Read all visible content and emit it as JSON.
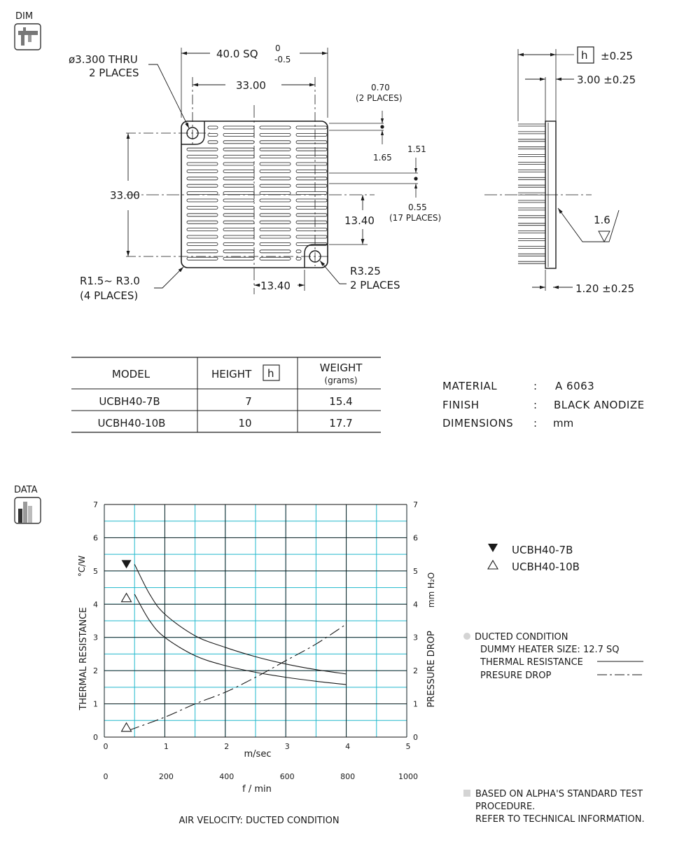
{
  "sections": {
    "dim": "DIM",
    "data": "DATA"
  },
  "dimensions": {
    "overall": "40.0 SQ",
    "overall_tol_upper": "0",
    "overall_tol_lower": "-0.5",
    "hole_spacing_top": "33.00",
    "hole_spacing_left": "33.00",
    "hole_label_1": "ø3.300 THRU",
    "hole_label_2": "2 PLACES",
    "fin_070": "0.70",
    "fin_070_places": "(2 PLACES)",
    "fin_165": "1.65",
    "fin_151": "1.51",
    "fin_055": "0.55",
    "fin_055_places": "(17 PLACES)",
    "offset_v": "13.40",
    "offset_h": "13.40",
    "radius_corner_1": "R1.5~ R3.0",
    "radius_corner_2": "(4 PLACES)",
    "radius_hole_1": "R3.25",
    "radius_hole_2": "2 PLACES",
    "height_symbol": "h",
    "height_tol": "±0.25",
    "base_dim": "3.00 ±0.25",
    "fin_root_dim": "1.20 ±0.25",
    "surface_finish": "1.6"
  },
  "table": {
    "headers": {
      "model": "MODEL",
      "height": "HEIGHT",
      "height_symbol": "h",
      "weight": "WEIGHT",
      "weight_unit": "(grams)"
    },
    "rows": [
      {
        "model": "UCBH40-7B",
        "height": "7",
        "weight": "15.4"
      },
      {
        "model": "UCBH40-10B",
        "height": "10",
        "weight": "17.7"
      }
    ]
  },
  "specs": [
    {
      "label": "MATERIAL",
      "sep": ":",
      "value": "A 6063"
    },
    {
      "label": "FINISH",
      "sep": ":",
      "value": "BLACK ANODIZE"
    },
    {
      "label": "DIMENSIONS",
      "sep": ":",
      "value": "mm"
    }
  ],
  "chart_data": {
    "type": "line",
    "x_axis_primary": {
      "label": "m/sec",
      "range": [
        0,
        5
      ],
      "ticks": [
        "0",
        "1",
        "2",
        "3",
        "4",
        "5"
      ]
    },
    "x_axis_secondary": {
      "label": "f / min",
      "range": [
        0,
        1000
      ],
      "ticks": [
        "0",
        "200",
        "400",
        "600",
        "800",
        "1000"
      ]
    },
    "y_axis_left": {
      "label": "THERMAL  RESISTANCE",
      "unit": "°C/W",
      "range": [
        0,
        7
      ],
      "ticks": [
        "0",
        "1",
        "2",
        "3",
        "4",
        "5",
        "6",
        "7"
      ]
    },
    "y_axis_right": {
      "label": "PRESSURE  DROP",
      "unit": "mm H₂O",
      "range": [
        0,
        7
      ],
      "ticks": [
        "0",
        "1",
        "2",
        "3",
        "4",
        "5",
        "6",
        "7"
      ]
    },
    "caption": "AIR VELOCITY:  DUCTED CONDITION",
    "grid": true,
    "series": [
      {
        "name": "UCBH40-7B",
        "kind": "thermal",
        "style": "solid",
        "x": [
          0.5,
          0.75,
          1,
          1.5,
          2,
          2.5,
          3,
          3.5,
          4
        ],
        "y": [
          5.2,
          4.3,
          3.7,
          3.05,
          2.7,
          2.42,
          2.2,
          2.03,
          1.9
        ]
      },
      {
        "name": "UCBH40-10B",
        "kind": "thermal",
        "style": "solid",
        "x": [
          0.5,
          0.75,
          1,
          1.5,
          2,
          2.5,
          3,
          3.5,
          4
        ],
        "y": [
          4.3,
          3.5,
          3.0,
          2.45,
          2.15,
          1.95,
          1.8,
          1.68,
          1.58
        ]
      },
      {
        "name": "",
        "kind": "pressure",
        "style": "dashdot",
        "x": [
          0.4,
          1,
          1.5,
          2,
          2.5,
          3,
          3.5,
          4
        ],
        "y": [
          0.2,
          0.6,
          1.0,
          1.35,
          1.8,
          2.3,
          2.8,
          3.4
        ]
      }
    ],
    "markers": [
      {
        "series": "UCBH40-7B",
        "symbol": "filled-triangle",
        "x": 0.4,
        "y": 5.2
      },
      {
        "series": "UCBH40-10B",
        "symbol": "open-triangle",
        "x": 0.4,
        "y": 4.2
      },
      {
        "series": "pressure",
        "symbol": "open-triangle",
        "x": 0.4,
        "y": 0.3
      }
    ],
    "colors": {
      "grid_major": "#111111",
      "grid_minor": "#21b8cc",
      "curve": "#1a1a1a"
    }
  },
  "legend": {
    "items": [
      {
        "symbol": "filled-triangle",
        "label": "UCBH40-7B"
      },
      {
        "symbol": "open-triangle",
        "label": "UCBH40-10B"
      }
    ],
    "condition_title": "DUCTED CONDITION",
    "condition_lines": [
      {
        "text": "DUMMY HEATER SIZE:  12.7 SQ",
        "line": "none"
      },
      {
        "text": "THERMAL RESISTANCE",
        "line": "solid"
      },
      {
        "text": "PRESURE DROP",
        "line": "dashdot"
      }
    ],
    "note_lines": [
      "BASED ON ALPHA'S STANDARD TEST",
      "PROCEDURE.",
      "REFER TO TECHNICAL INFORMATION."
    ]
  }
}
